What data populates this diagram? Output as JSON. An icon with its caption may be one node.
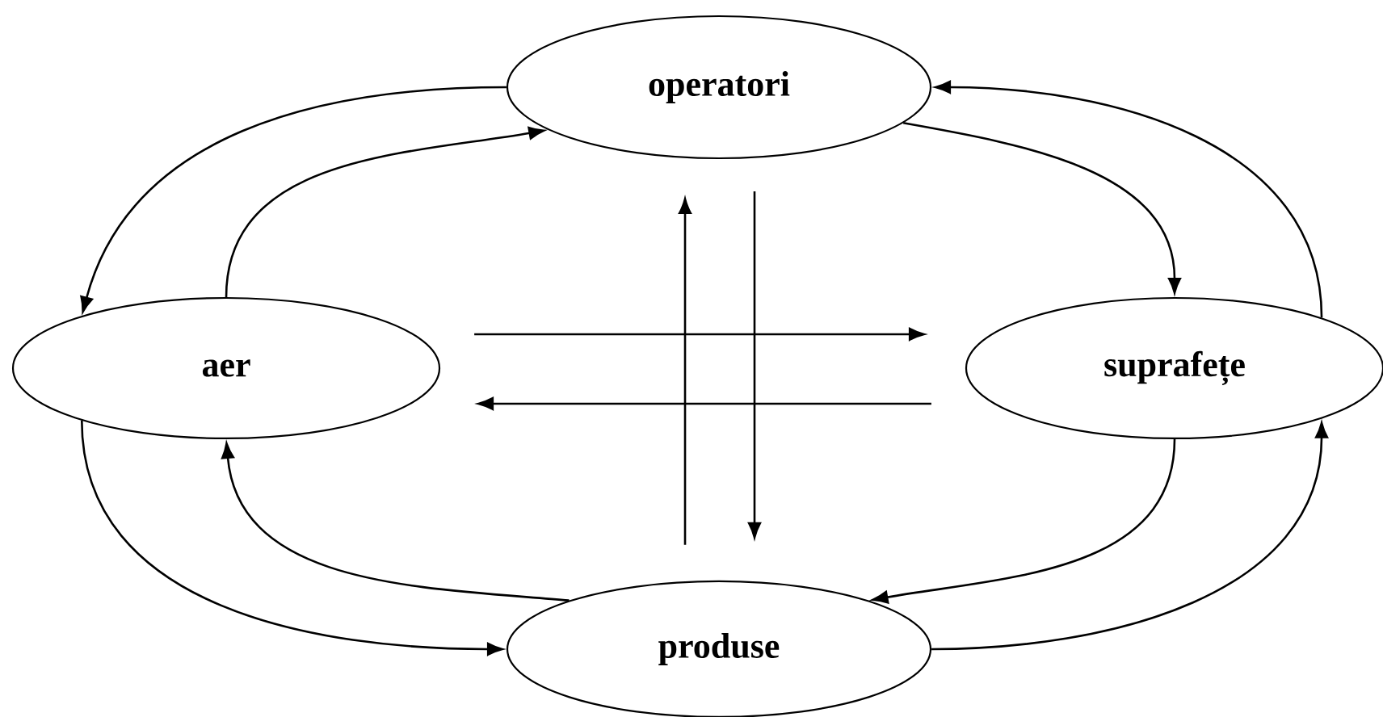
{
  "diagram": {
    "nodes": [
      {
        "text": [
          "operatori"
        ]
      },
      {
        "text": [
          "aer"
        ]
      },
      {
        "text": [
          "suprafețe"
        ]
      },
      {
        "text": [
          "produse"
        ]
      }
    ],
    "edges": [
      {
        "from": 0,
        "to": 1,
        "arrow": "to"
      },
      {
        "from": 1,
        "to": 0,
        "arrow": "to"
      },
      {
        "from": 0,
        "to": 2,
        "arrow": "to"
      },
      {
        "from": 2,
        "to": 0,
        "arrow": "to"
      },
      {
        "from": 1,
        "to": 3,
        "arrow": "to"
      },
      {
        "from": 3,
        "to": 1,
        "arrow": "to"
      },
      {
        "from": 2,
        "to": 3,
        "arrow": "to"
      },
      {
        "from": 3,
        "to": 2,
        "arrow": "to"
      },
      {
        "from": 1,
        "to": 2,
        "arrow": "to"
      },
      {
        "from": 2,
        "to": 1,
        "arrow": "to"
      },
      {
        "from": 3,
        "to": 0,
        "arrow": "to"
      },
      {
        "from": 0,
        "to": 3,
        "arrow": "to"
      }
    ]
  }
}
